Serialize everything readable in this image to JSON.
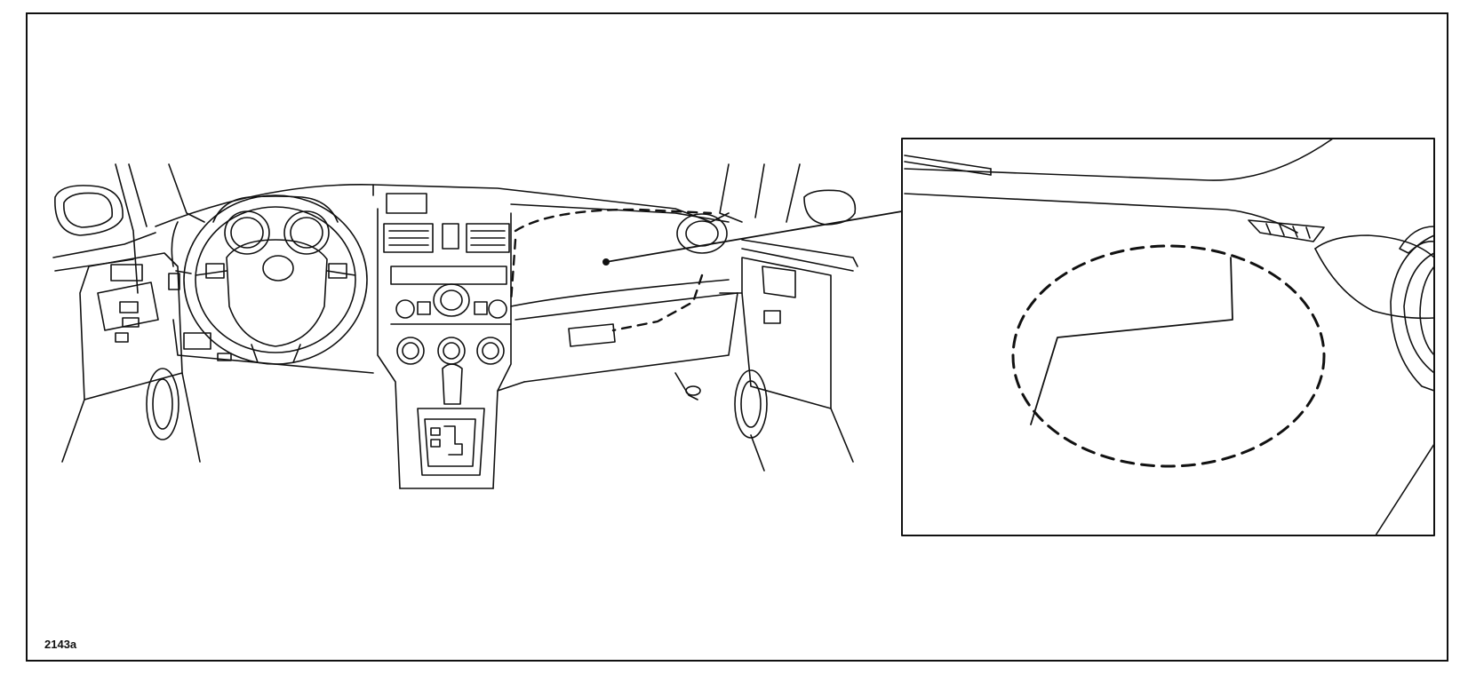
{
  "figure": {
    "id_label": "2143a"
  },
  "colors": {
    "line": "#111111",
    "background": "#ffffff"
  },
  "icons": {
    "location_pointer": "dot-leader-line",
    "target_area": "dashed-ellipse",
    "detail_view": "inset-frame"
  }
}
